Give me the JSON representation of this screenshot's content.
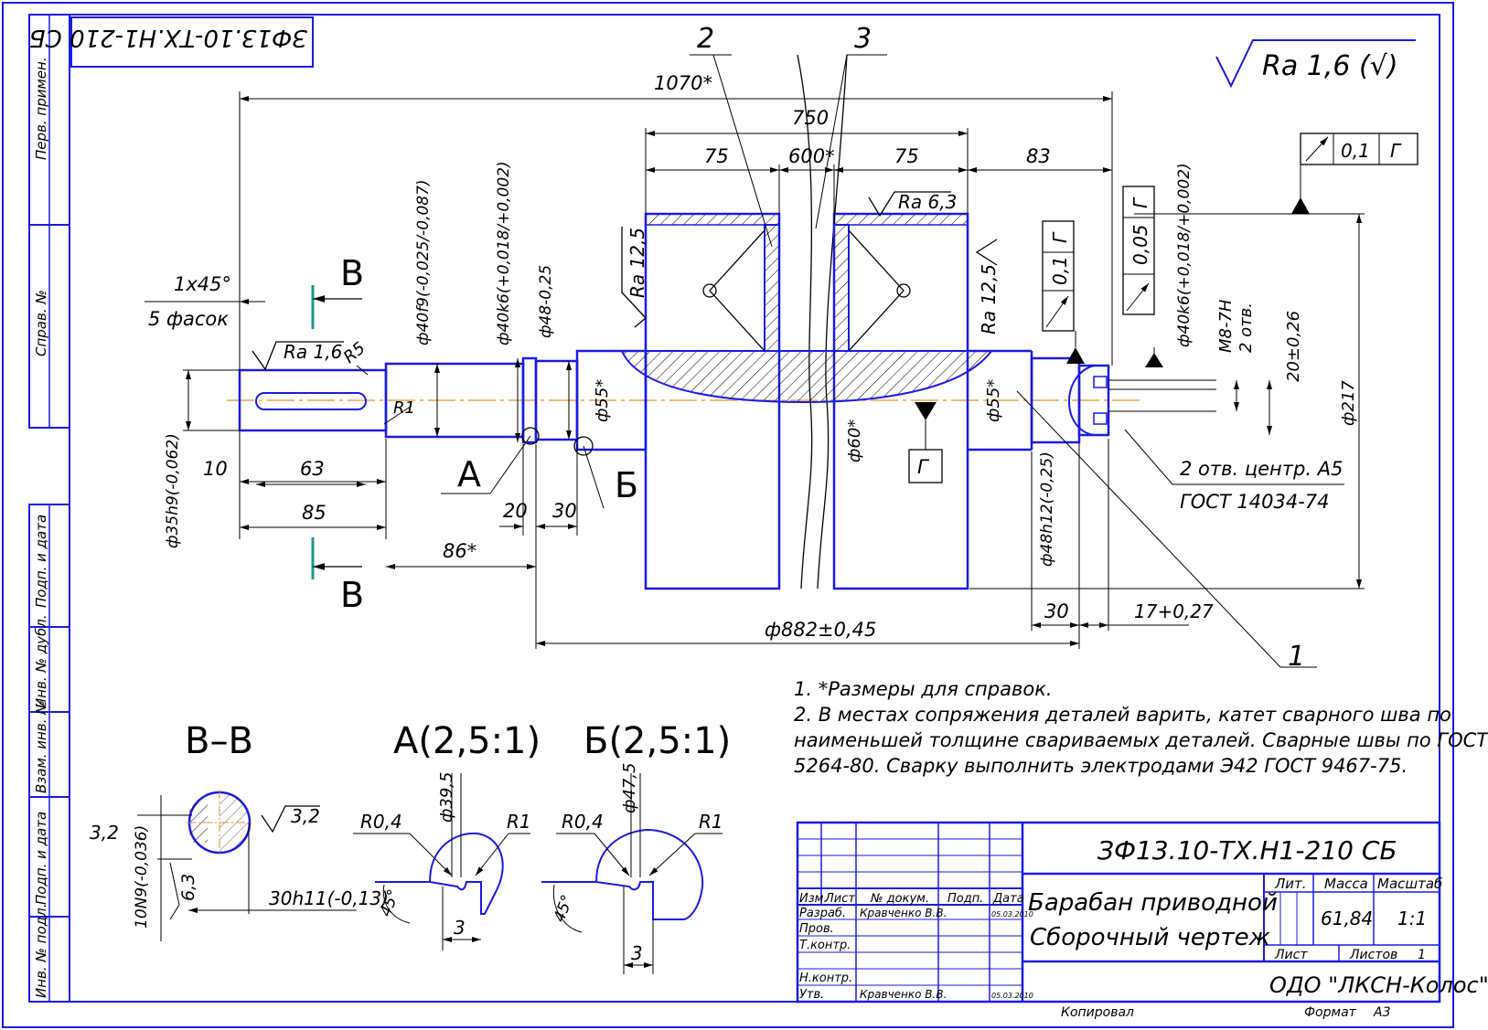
{
  "frame": {
    "designation_stamp": "ЗФ13.10-ТХ.Н1-210 СБ",
    "margin_labels": [
      "Перв. примен.",
      "Справ. №",
      "Подп. и дата",
      "Инв. № дубл.",
      "Взам. инв. №",
      "Подп. и дата",
      "Инв. № подл."
    ],
    "copied": "Копировал",
    "format_label": "Формат",
    "format_value": "А3"
  },
  "roughness_general": "Ra 1,6 (√)",
  "roughness": {
    "r63": "Ra 6,3",
    "r125a": "Ra 12,5",
    "r125b": "Ra 12,5",
    "r16": "Ra 1,6",
    "r32": "3,2"
  },
  "tolerances": {
    "runout_top": "0,1",
    "runout_top_base": "Г",
    "runout_mid": "0,05",
    "runout_mid_base": "Г",
    "runout_left": "0,1",
    "runout_left_base": "Г",
    "datum": "Г"
  },
  "dimensions": {
    "d1070": "1070*",
    "d750": "750",
    "d75a": "75",
    "d600": "600*",
    "d75b": "75",
    "d83": "83",
    "chamfer": "1x45°",
    "chamfer_count": "5 фасок",
    "r5": "R5",
    "r1": "R1",
    "d40f9": "ф40f9(-0,025/-0,087)",
    "d40k6a": "ф40k6(+0,018/+0,002)",
    "d48": "ф48-0,25",
    "d55a": "ф55*",
    "d60": "ф60*",
    "d55b": "ф55*",
    "d40k6b": "ф40k6(+0,018/+0,002)",
    "m8": "M8-7H",
    "holes2": "2 отв.",
    "d20": "20±0,26",
    "d217": "ф217",
    "d35": "ф35h9(-0,062)",
    "d10": "10",
    "d63": "63",
    "d85": "85",
    "d86": "86*",
    "d20b": "20",
    "d30": "30",
    "d48h12": "ф48h12(-0,25)",
    "d30b": "30",
    "d17": "17+0,27",
    "d882": "ф882±0,45",
    "center_holes": "2 отв. центр. А5",
    "center_gost": "ГОСТ 14034-74"
  },
  "leaders": {
    "l1": "1",
    "l2": "2",
    "l3": "3",
    "la": "А",
    "lb": "Б",
    "lv1": "В",
    "lv2": "В"
  },
  "sections": {
    "vv_title": "В–В",
    "a_title": "А(2,5:1)",
    "b_title": "Б(2,5:1)",
    "vv_32": "3,2",
    "vv_10n9": "10N9(-0,036)",
    "vv_63": "6,3",
    "vv_30h11": "30h11(-0,13)",
    "a_r04": "R0,4",
    "a_d395": "ф39,5",
    "a_r1": "R1",
    "a_45": "45°",
    "a_3": "3",
    "b_r04": "R0,4",
    "b_d475": "ф47,5",
    "b_r1": "R1",
    "b_45": "45°",
    "b_3": "3"
  },
  "notes": [
    "1.  *Размеры для справок.",
    "2. В местах сопряжения деталей варить, катет сварного шва по",
    "наименьшей толщине свариваемых деталей. Сварные швы по ГОСТ",
    "5264-80. Сварку выполнить электродами Э42 ГОСТ 9467-75."
  ],
  "title_block": {
    "designation": "ЗФ13.10-ТХ.Н1-210 СБ",
    "name_line1": "Барабан приводной",
    "name_line2": "Сборочный чертеж",
    "col_izm": "Изм.",
    "col_list": "Лист",
    "col_doc": "№ докум.",
    "col_sign": "Подп.",
    "col_date": "Дата",
    "razrab": "Разраб.",
    "razrab_name": "Кравченко В.В.",
    "razrab_date": "05.03.2010",
    "prov": "Пров.",
    "tkontr": "Т.контр.",
    "nkontr": "Н.контр.",
    "utv": "Утв.",
    "utv_name": "Кравченко В.В.",
    "utv_date": "05.03.2010",
    "lit": "Лит.",
    "massa": "Масса",
    "masshtab": "Масштаб",
    "massa_value": "61,84",
    "masshtab_value": "1:1",
    "sheet": "Лист",
    "sheets": "Листов",
    "sheets_value": "1",
    "org": "ОДО \"ЛКСН-Колос\""
  }
}
